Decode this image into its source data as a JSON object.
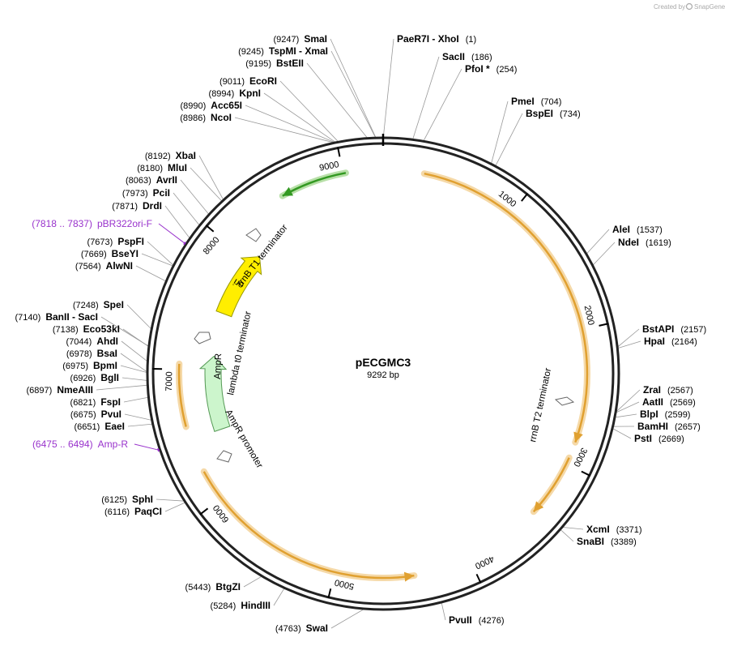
{
  "credit": {
    "prefix": "Created by",
    "brand": "SnapGene"
  },
  "plasmid": {
    "name": "pECGMC3",
    "size_label": "9292 bp",
    "length": 9292
  },
  "ticks": [
    {
      "pos": 1000,
      "label": "1000"
    },
    {
      "pos": 2000,
      "label": "2000"
    },
    {
      "pos": 3000,
      "label": "3000"
    },
    {
      "pos": 4000,
      "label": "4000"
    },
    {
      "pos": 5000,
      "label": "5000"
    },
    {
      "pos": 6000,
      "label": "6000"
    },
    {
      "pos": 7000,
      "label": "7000"
    },
    {
      "pos": 8000,
      "label": "8000"
    },
    {
      "pos": 9000,
      "label": "9000"
    }
  ],
  "arcs": [
    {
      "name": "orange-arc-1",
      "start": 300,
      "end": 2830,
      "color": "#e0a030",
      "glow": "#f5d9a8",
      "arrow": "cw"
    },
    {
      "name": "orange-arc-2",
      "start": 2950,
      "end": 3420,
      "color": "#e0a030",
      "glow": "#f5d9a8",
      "arrow": "cw"
    },
    {
      "name": "orange-arc-3",
      "start": 4420,
      "end": 6230,
      "color": "#e0a030",
      "glow": "#f5d9a8",
      "arrow": "ccw"
    },
    {
      "name": "orange-arc-4",
      "start": 6580,
      "end": 7040,
      "color": "#e0a030",
      "glow": "#f5d9a8",
      "arrow": "none"
    },
    {
      "name": "green-arc",
      "start": 8530,
      "end": 9020,
      "color": "#339922",
      "glow": "#b8e0a8",
      "arrow": "ccw"
    }
  ],
  "features": [
    {
      "name": "ori",
      "start": 7500,
      "end": 8090,
      "color": "#ffee00",
      "stroke": "#999900",
      "label": "ori",
      "arrow": "cw"
    },
    {
      "name": "AmpR",
      "start": 6480,
      "end": 7120,
      "color": "#ccf5cc",
      "stroke": "#559955",
      "label": "AmpR",
      "arrow": "cw"
    }
  ],
  "feature_labels": [
    {
      "name": "rrnb-t1-terminator-label",
      "text": "rrnB T1 terminator"
    },
    {
      "name": "lambda-t0-terminator-label",
      "text": "lambda t0 terminator"
    },
    {
      "name": "ampr-label",
      "text": "AmpR"
    },
    {
      "name": "ampr-promoter-label",
      "text": "AmpR promoter"
    },
    {
      "name": "rrnb-t2-terminator-label",
      "text": "rrnB T2 terminator"
    }
  ],
  "enzymes": [
    {
      "name": "SmaI",
      "pos": "(9247)",
      "site": 9247,
      "side": "L"
    },
    {
      "name": "TspMI   - XmaI",
      "pos": "(9245)",
      "site": 9245,
      "side": "L"
    },
    {
      "name": "BstEII",
      "pos": "(9195)",
      "site": 9195,
      "side": "L"
    },
    {
      "name": "EcoRI",
      "pos": "(9011)",
      "site": 9011,
      "side": "L"
    },
    {
      "name": "KpnI",
      "pos": "(8994)",
      "site": 8994,
      "side": "L"
    },
    {
      "name": "Acc65I",
      "pos": "(8990)",
      "site": 8990,
      "side": "L"
    },
    {
      "name": "NcoI",
      "pos": "(8986)",
      "site": 8986,
      "side": "L"
    },
    {
      "name": "XbaI",
      "pos": "(8192)",
      "site": 8192,
      "side": "L"
    },
    {
      "name": "MluI",
      "pos": "(8180)",
      "site": 8180,
      "side": "L"
    },
    {
      "name": "AvrII",
      "pos": "(8063)",
      "site": 8063,
      "side": "L"
    },
    {
      "name": "PciI",
      "pos": "(7973)",
      "site": 7973,
      "side": "L"
    },
    {
      "name": "DrdI",
      "pos": "(7871)",
      "site": 7871,
      "side": "L"
    },
    {
      "name": "PspFI",
      "pos": "(7673)",
      "site": 7673,
      "side": "L"
    },
    {
      "name": "BseYI",
      "pos": "(7669)",
      "site": 7669,
      "side": "L"
    },
    {
      "name": "AlwNI",
      "pos": "(7564)",
      "site": 7564,
      "side": "L"
    },
    {
      "name": "SpeI",
      "pos": "(7248)",
      "site": 7248,
      "side": "L"
    },
    {
      "name": "BanII   - SacI",
      "pos": "(7140)",
      "site": 7140,
      "side": "L"
    },
    {
      "name": "Eco53kI",
      "pos": "(7138)",
      "site": 7138,
      "side": "L"
    },
    {
      "name": "AhdI",
      "pos": "(7044)",
      "site": 7044,
      "side": "L"
    },
    {
      "name": "BsaI",
      "pos": "(6978)",
      "site": 6978,
      "side": "L"
    },
    {
      "name": "BpmI",
      "pos": "(6975)",
      "site": 6975,
      "side": "L"
    },
    {
      "name": "BglI",
      "pos": "(6926)",
      "site": 6926,
      "side": "L"
    },
    {
      "name": "NmeAIII",
      "pos": "(6897)",
      "site": 6897,
      "side": "L"
    },
    {
      "name": "FspI",
      "pos": "(6821)",
      "site": 6821,
      "side": "L"
    },
    {
      "name": "PvuI",
      "pos": "(6675)",
      "site": 6675,
      "side": "L"
    },
    {
      "name": "EaeI",
      "pos": "(6651)",
      "site": 6651,
      "side": "L"
    },
    {
      "name": "SphI",
      "pos": "(6125)",
      "site": 6125,
      "side": "L"
    },
    {
      "name": "PaqCI",
      "pos": "(6116)",
      "site": 6116,
      "side": "L"
    },
    {
      "name": "BtgZI",
      "pos": "(5443)",
      "site": 5443,
      "side": "L"
    },
    {
      "name": "HindIII",
      "pos": "(5284)",
      "site": 5284,
      "side": "L"
    },
    {
      "name": "SwaI",
      "pos": "(4763)",
      "site": 4763,
      "side": "L"
    },
    {
      "name": "PaeR7I   - XhoI",
      "pos": "(1)",
      "site": 1,
      "side": "R"
    },
    {
      "name": "SacII",
      "pos": "(186)",
      "site": 186,
      "side": "R"
    },
    {
      "name": "PfoI *",
      "pos": "(254)",
      "site": 254,
      "side": "R"
    },
    {
      "name": "PmeI",
      "pos": "(704)",
      "site": 704,
      "side": "R"
    },
    {
      "name": "BspEI",
      "pos": "(734)",
      "site": 734,
      "side": "R"
    },
    {
      "name": "AleI",
      "pos": "(1537)",
      "site": 1537,
      "side": "R"
    },
    {
      "name": "NdeI",
      "pos": "(1619)",
      "site": 1619,
      "side": "R"
    },
    {
      "name": "BstAPI",
      "pos": "(2157)",
      "site": 2157,
      "side": "R"
    },
    {
      "name": "HpaI",
      "pos": "(2164)",
      "site": 2164,
      "side": "R"
    },
    {
      "name": "ZraI",
      "pos": "(2567)",
      "site": 2567,
      "side": "R"
    },
    {
      "name": "AatII",
      "pos": "(2569)",
      "site": 2569,
      "side": "R"
    },
    {
      "name": "BlpI",
      "pos": "(2599)",
      "site": 2599,
      "side": "R"
    },
    {
      "name": "BamHI",
      "pos": "(2657)",
      "site": 2657,
      "side": "R"
    },
    {
      "name": "PstI",
      "pos": "(2669)",
      "site": 2669,
      "side": "R"
    },
    {
      "name": "XcmI",
      "pos": "(3371)",
      "site": 3371,
      "side": "R"
    },
    {
      "name": "SnaBI",
      "pos": "(3389)",
      "site": 3389,
      "side": "R"
    },
    {
      "name": "PvuII",
      "pos": "(4276)",
      "site": 4276,
      "side": "R"
    }
  ],
  "primers": [
    {
      "name": "pBR322ori-F",
      "range": "(7818 .. 7837)",
      "site": 7828
    },
    {
      "name": "Amp-R",
      "range": "(6475 .. 6494)",
      "site": 6485
    }
  ]
}
